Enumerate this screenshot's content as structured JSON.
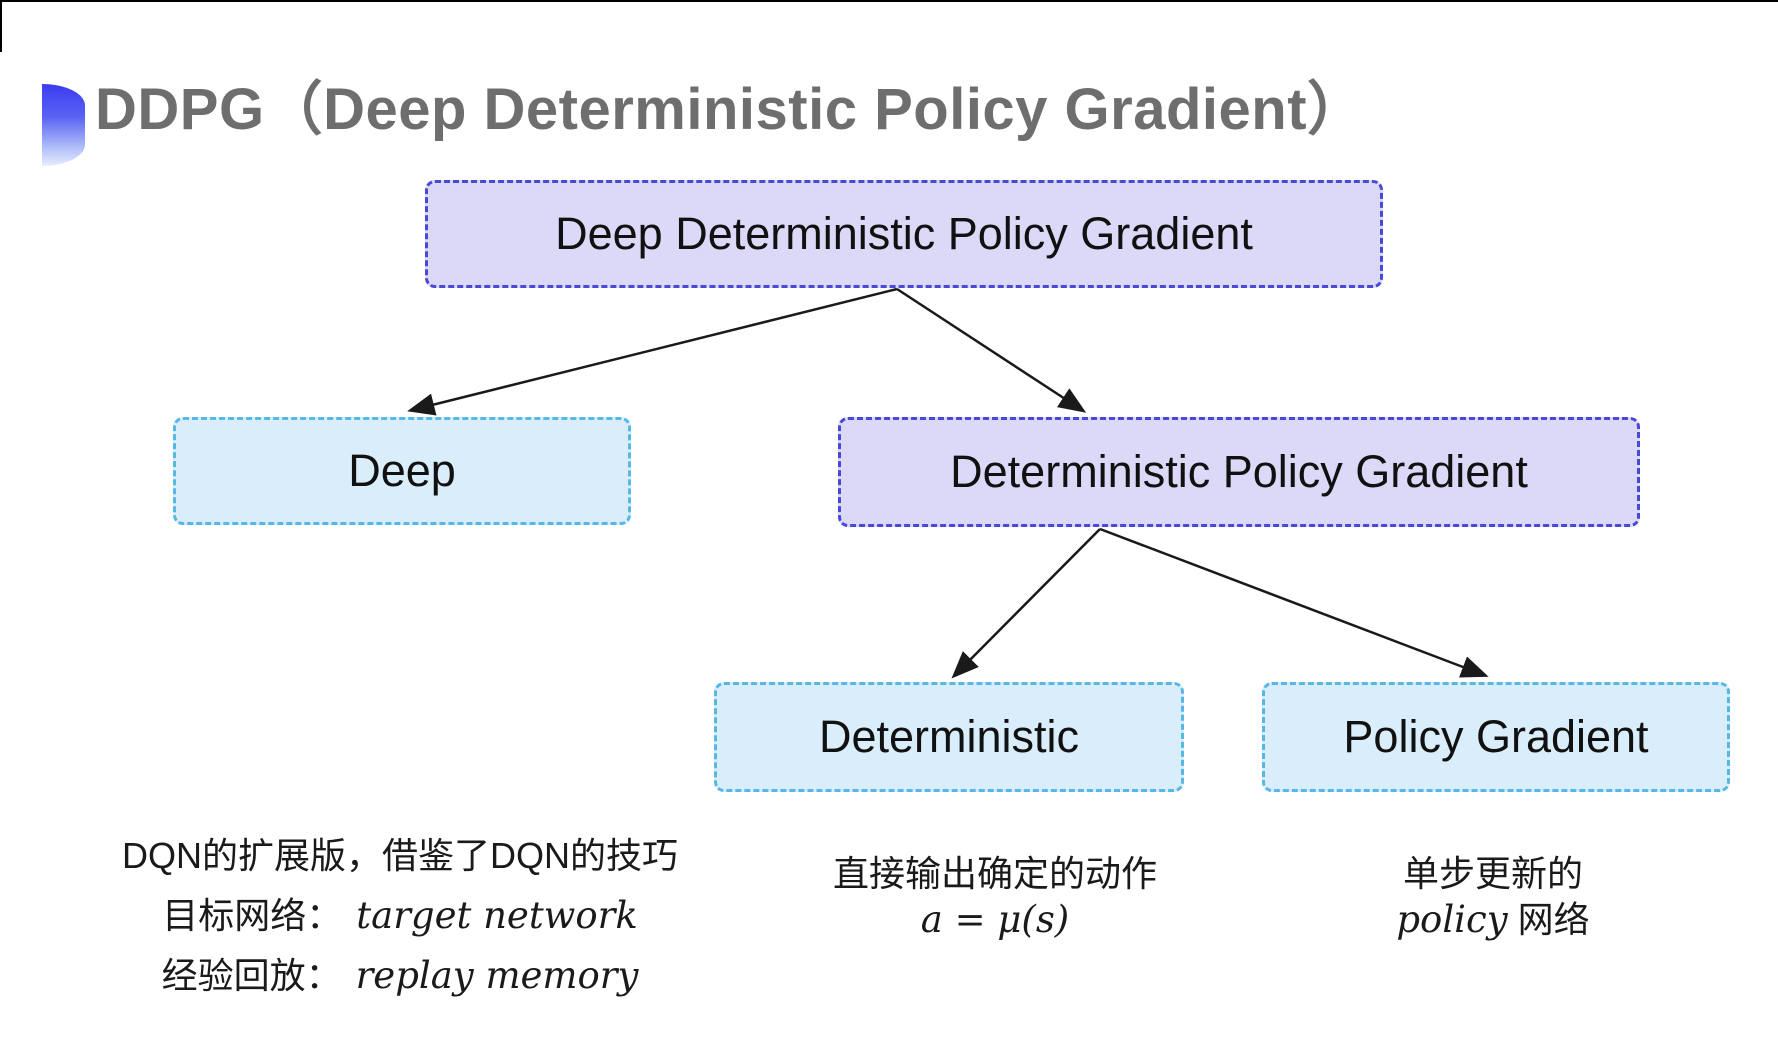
{
  "title": {
    "text": "DDPG（Deep Deterministic Policy Gradient）"
  },
  "colors": {
    "title_text": "#6e6e6e",
    "purple_node_fill": "#dcd9f8",
    "purple_node_border": "#4a49d5",
    "cyan_node_fill": "#d9eefa",
    "cyan_node_border": "#58b8e5",
    "arrow": "#1a1a1a",
    "accent_gradient_top": "#3b3cf0",
    "accent_gradient_bottom": "#e8edfe"
  },
  "diagram": {
    "root": {
      "label": "Deep Deterministic Policy Gradient"
    },
    "deep": {
      "label": "Deep"
    },
    "dpg": {
      "label": "Deterministic Policy Gradient"
    },
    "deterministic": {
      "label": "Deterministic"
    },
    "policy_gradient": {
      "label": "Policy Gradient"
    }
  },
  "notes": {
    "deep": {
      "line1": "DQN的扩展版，借鉴了DQN的技巧",
      "target_label": "目标网络：",
      "target_term": "target network",
      "replay_label": "经验回放：",
      "replay_term": "replay memory"
    },
    "deterministic": {
      "line1": "直接输出确定的动作",
      "formula": "a = μ(s)"
    },
    "policy_gradient": {
      "line1": "单步更新的",
      "term": "policy",
      "suffix": "网络"
    }
  }
}
